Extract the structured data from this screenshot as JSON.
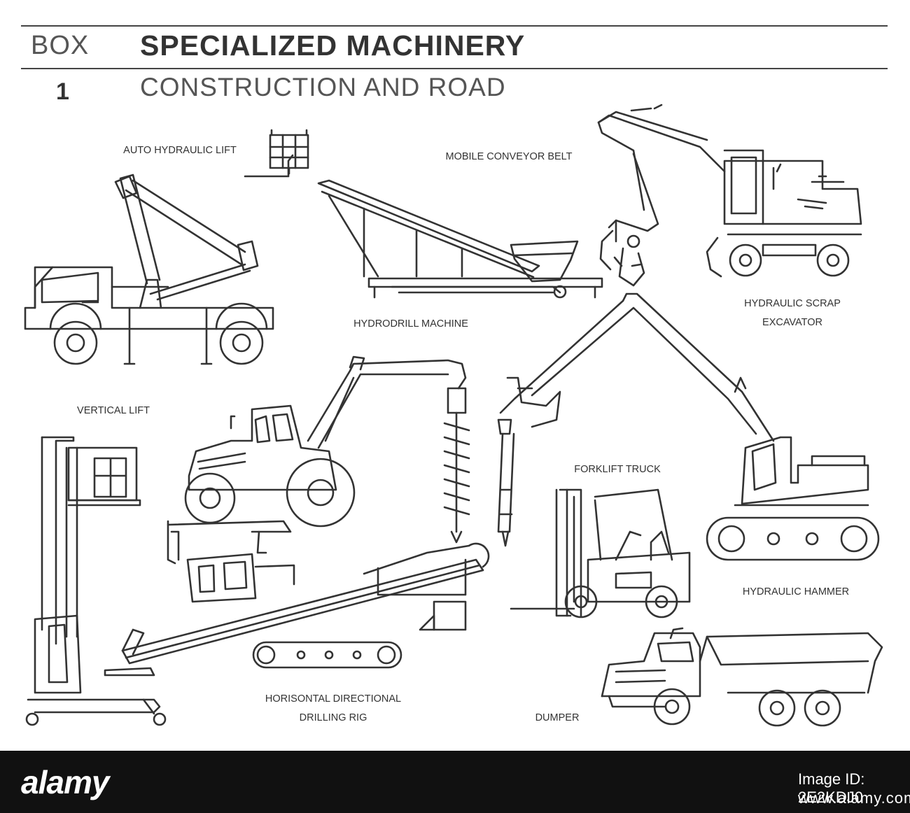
{
  "header": {
    "box_label": "BOX",
    "box_number": "1",
    "title": "SPECIALIZED MACHINERY",
    "subtitle": "CONSTRUCTION AND ROAD"
  },
  "labels": {
    "auto_hydraulic_lift": "AUTO HYDRAULIC LIFT",
    "mobile_conveyor_belt": "MOBILE CONVEYOR BELT",
    "hydraulic_scrap_excavator_line1": "HYDRAULIC SCRAP",
    "hydraulic_scrap_excavator_line2": "EXCAVATOR",
    "hydrodrill_machine": "HYDRODRILL MACHINE",
    "vertical_lift": "VERTICAL LIFT",
    "forklift_truck": "FORKLIFT TRUCK",
    "hydraulic_hammer": "HYDRAULIC HAMMER",
    "horizontal_drilling_rig_line1": "HORISONTAL DIRECTIONAL",
    "horizontal_drilling_rig_line2": "DRILLING RIG",
    "dumper": "DUMPER"
  },
  "footer": {
    "logo": "alamy",
    "image_id": "Image ID: 2E2KDJ0",
    "url": "www.alamy.com"
  }
}
